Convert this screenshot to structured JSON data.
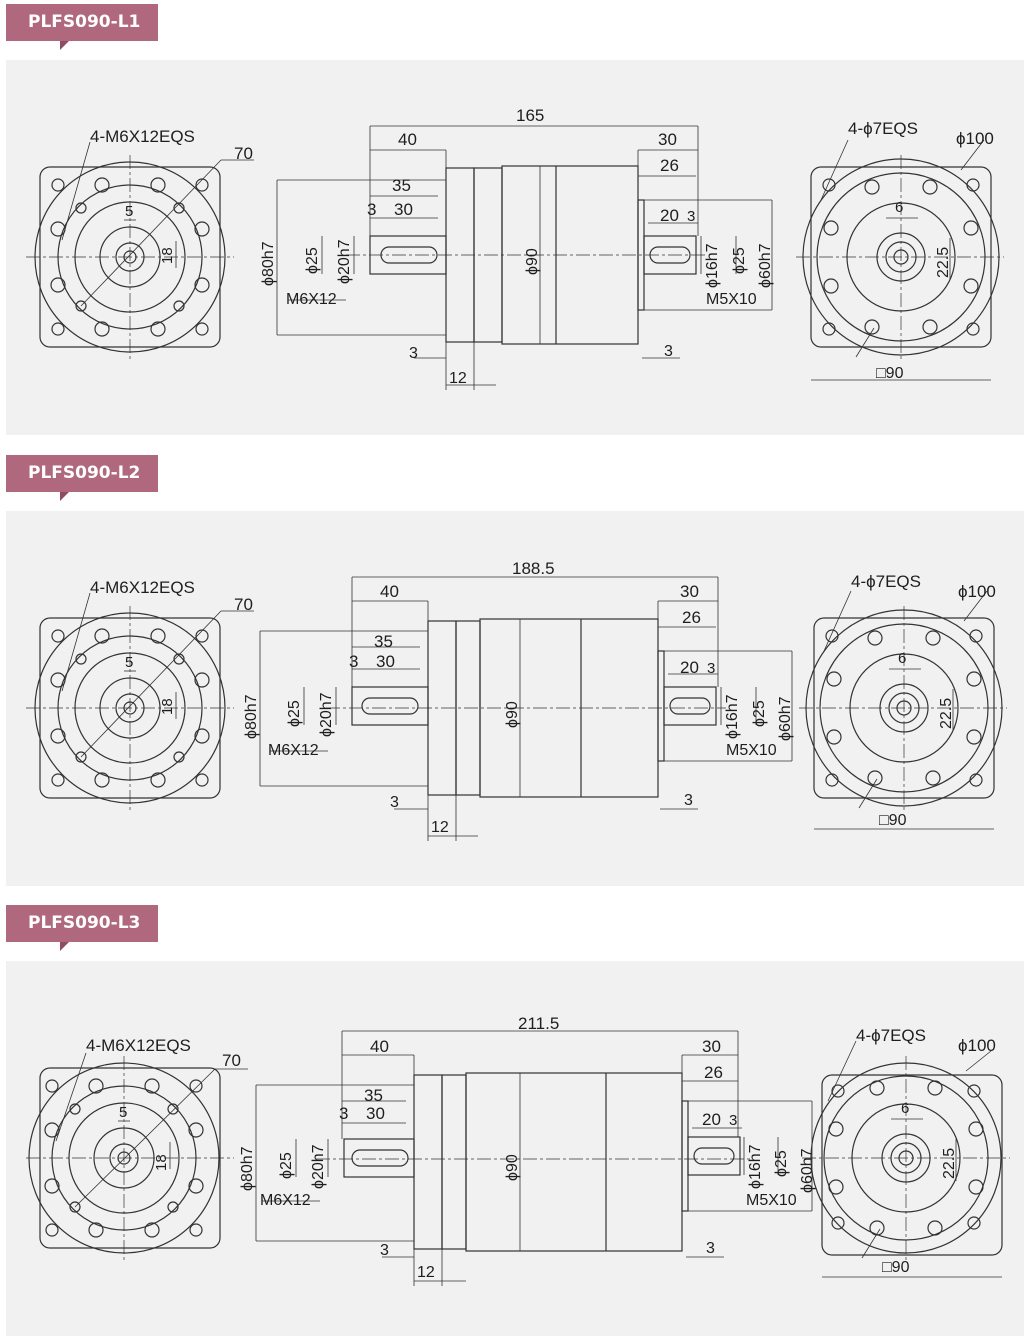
{
  "sections": [
    {
      "id": "l1",
      "label": "PLFS090-L1",
      "front": {
        "holes": "4-M6X12EQS",
        "pcd": "70",
        "key": "5",
        "shaft_h": "18"
      },
      "side": {
        "total": "165",
        "d40": "40",
        "d30r": "30",
        "d26": "26",
        "d35": "35",
        "d3a": "3",
        "d30s": "30",
        "d20": "20",
        "d3b": "3",
        "phi80": "ϕ80h7",
        "phi25": "ϕ25",
        "phi20": "ϕ20h7",
        "m6": "M6X12",
        "phi90": "ϕ90",
        "phi16": "ϕ16h7",
        "phi25r": "ϕ25",
        "phi60": "ϕ60h7",
        "m5": "M5X10",
        "b3l": "3",
        "b12": "12",
        "b3r": "3"
      },
      "rear": {
        "holes": "4-ϕ7EQS",
        "dia": "ϕ100",
        "key": "6",
        "h": "22.5",
        "sq": "□90"
      }
    },
    {
      "id": "l2",
      "label": "PLFS090-L2",
      "front": {
        "holes": "4-M6X12EQS",
        "pcd": "70",
        "key": "5",
        "shaft_h": "18"
      },
      "side": {
        "total": "188.5",
        "d40": "40",
        "d30r": "30",
        "d26": "26",
        "d35": "35",
        "d3a": "3",
        "d30s": "30",
        "d20": "20",
        "d3b": "3",
        "phi80": "ϕ80h7",
        "phi25": "ϕ25",
        "phi20": "ϕ20h7",
        "m6": "M6X12",
        "phi90": "ϕ90",
        "phi16": "ϕ16h7",
        "phi25r": "ϕ25",
        "phi60": "ϕ60h7",
        "m5": "M5X10",
        "b3l": "3",
        "b12": "12",
        "b3r": "3"
      },
      "rear": {
        "holes": "4-ϕ7EQS",
        "dia": "ϕ100",
        "key": "6",
        "h": "22.5",
        "sq": "□90"
      }
    },
    {
      "id": "l3",
      "label": "PLFS090-L3",
      "front": {
        "holes": "4-M6X12EQS",
        "pcd": "70",
        "key": "5",
        "shaft_h": "18"
      },
      "side": {
        "total": "211.5",
        "d40": "40",
        "d30r": "30",
        "d26": "26",
        "d35": "35",
        "d3a": "3",
        "d30s": "30",
        "d20": "20",
        "d3b": "3",
        "phi80": "ϕ80h7",
        "phi25": "ϕ25",
        "phi20": "ϕ20h7",
        "m6": "M6X12",
        "phi90": "ϕ90",
        "phi16": "ϕ16h7",
        "phi25r": "ϕ25",
        "phi60": "ϕ60h7",
        "m5": "M5X10",
        "b3l": "3",
        "b12": "12",
        "b3r": "3"
      },
      "rear": {
        "holes": "4-ϕ7EQS",
        "dia": "ϕ100",
        "key": "6",
        "h": "22.5",
        "sq": "□90"
      }
    }
  ]
}
